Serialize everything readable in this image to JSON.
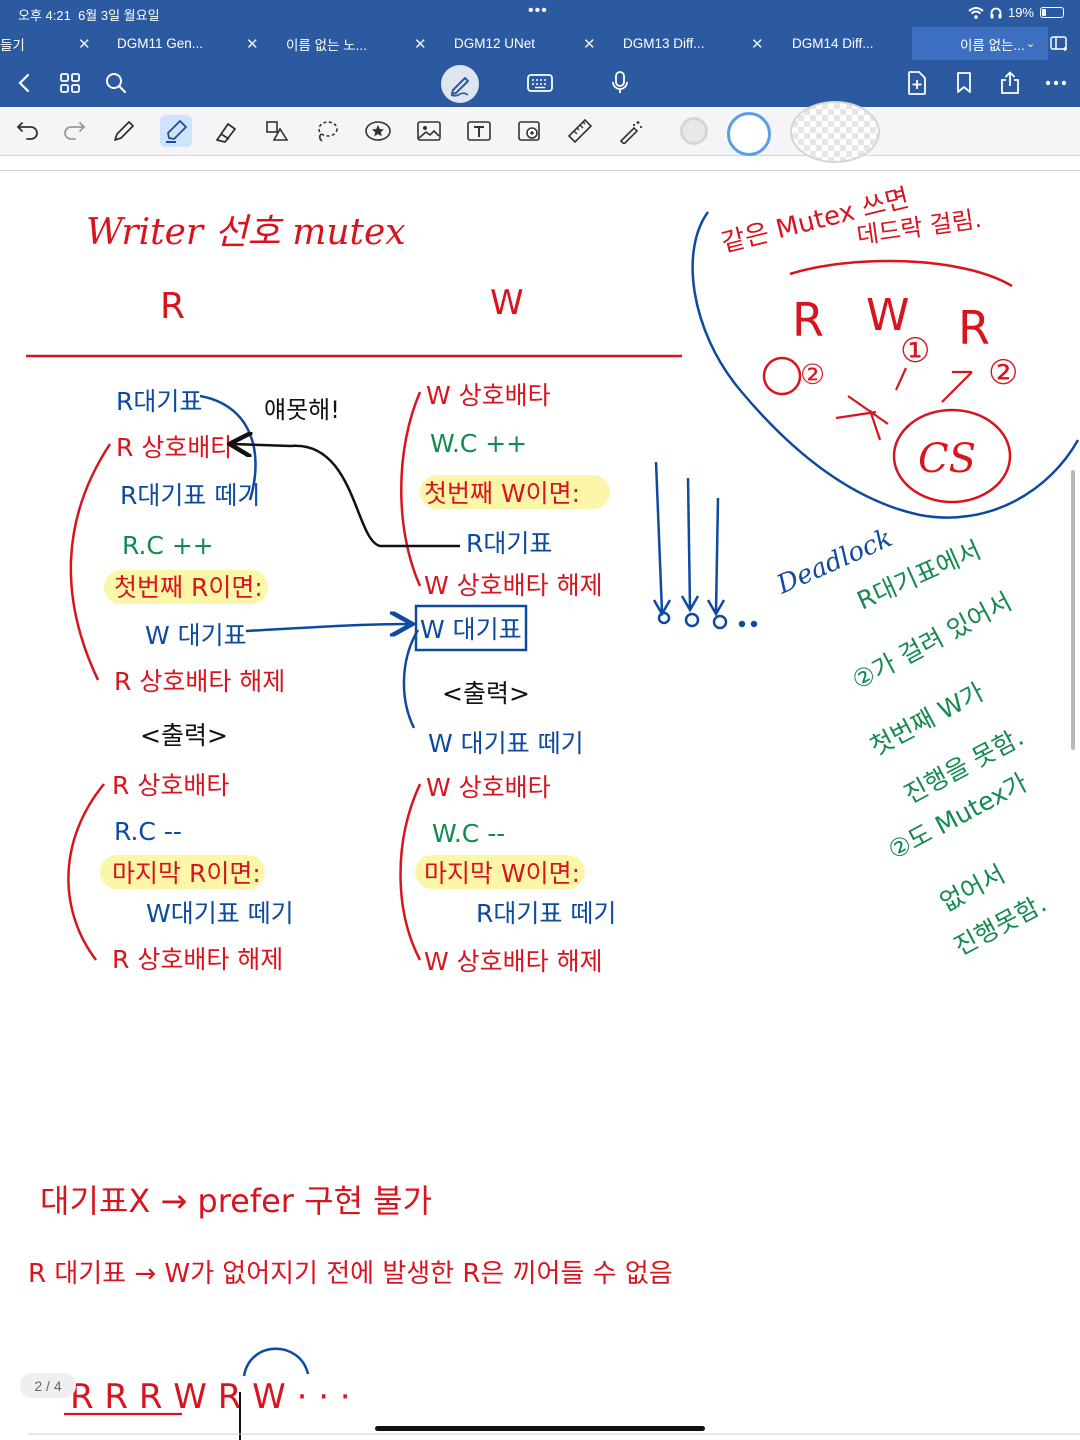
{
  "status": {
    "time": "오후 4:21",
    "date": "6월 3일 월요일",
    "battery": "19%"
  },
  "tabs": [
    {
      "label": "들기"
    },
    {
      "label": "DGM11 Gen..."
    },
    {
      "label": "이름 없는 노..."
    },
    {
      "label": "DGM12 UNet"
    },
    {
      "label": "DGM13 Diff..."
    },
    {
      "label": "DGM14 Diff..."
    },
    {
      "label": "이름 없는..."
    }
  ],
  "note": {
    "title": "Writer 선호 mutex",
    "col_r": "R",
    "col_w": "W",
    "r_lines": [
      "R대기표",
      "R 상호배타",
      "R대기표 떼기",
      "R.C ++",
      "첫번째 R이면:",
      "W 대기표",
      "R 상호배타 해제",
      "<출력>",
      "R 상호배타",
      "R.C --",
      "마지막 R이면:",
      "W대기표 떼기",
      "R 상호배타 해제"
    ],
    "w_lines": [
      "W 상호배타",
      "W.C ++",
      "첫번째 W이면:",
      "R대기표",
      "W 상호배타 해제",
      "W 대기표",
      "<출력>",
      "W 대기표 떼기",
      "W 상호배타",
      "W.C --",
      "마지막 W이면:",
      "R대기표 떼기",
      "W 상호배타 해제"
    ],
    "annotation": "얘못해!",
    "deadlock": "Deadlock",
    "top_right_1": "같은 Mutex 쓰면",
    "top_right_2": "데드락 걸림.",
    "cs": "CS",
    "g1": "R대기표에서",
    "g2": "②가 걸려 있어서",
    "g3": "첫번째 W가",
    "g4": "진행을 못함.",
    "g5": "②도 Mutex가",
    "g6": "없어서",
    "g7": "진행못함.",
    "bottom1": "대기표X → prefer 구현 불가",
    "bottom2": "R 대기표 → W가 없어지기 전에 발생한 R은 끼어들 수 없음",
    "seq": "R R R W R W · · ·",
    "r_mark": "R",
    "w_mark": "W",
    "n1": "①",
    "n2": "②",
    "n3": "②"
  },
  "page": {
    "indicator": "2 / 4"
  },
  "colors": {
    "accent": "#2c5aa0",
    "red_ink": "#d8141e",
    "blue_ink": "#0d4aa0",
    "green_ink": "#138a4e",
    "highlight": "#fbf6a8",
    "black_ink": "#111111"
  }
}
